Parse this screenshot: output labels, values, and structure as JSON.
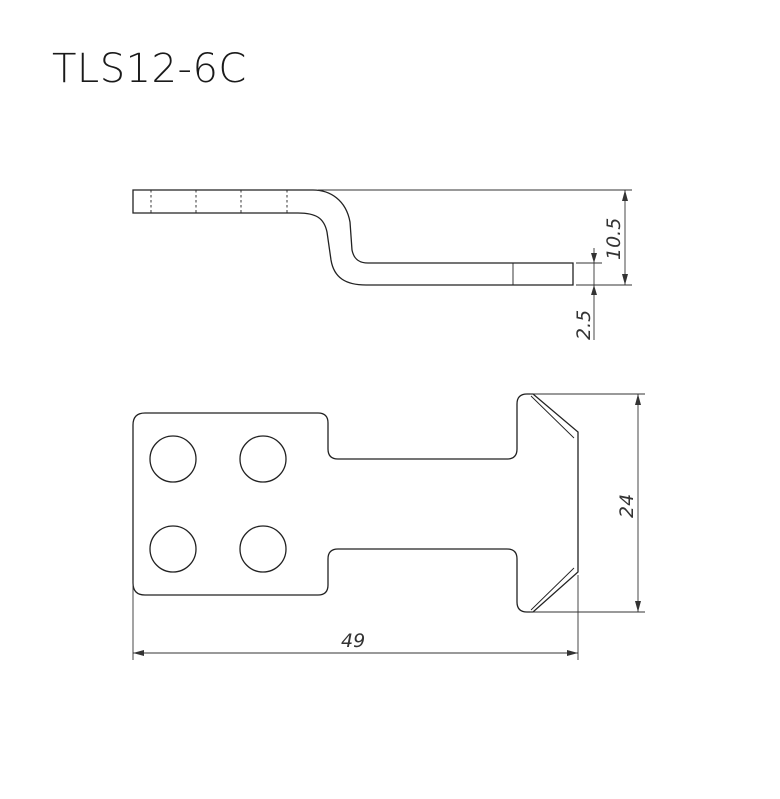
{
  "title": "TLS12-6C",
  "dimensions": {
    "height_offset": "10.5",
    "thickness": "2.5",
    "width": "24",
    "length": "49"
  }
}
